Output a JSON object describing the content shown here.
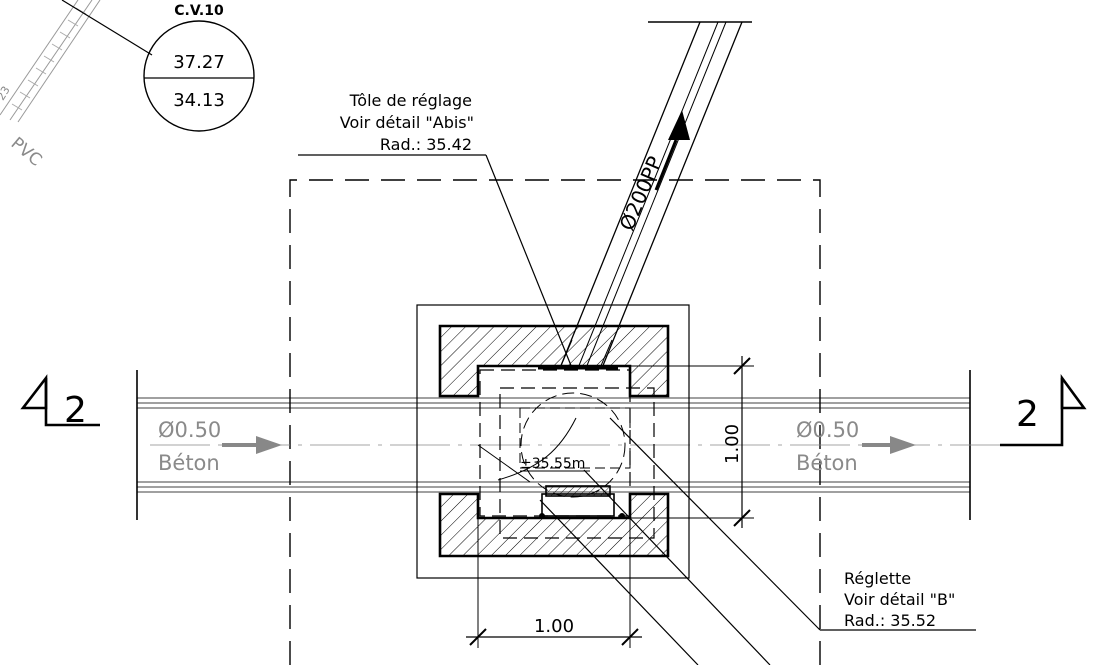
{
  "station": {
    "name": "C.V.10",
    "top_value": "37.27",
    "bottom_value": "34.13"
  },
  "side_pipe": {
    "label": "PVC",
    "ticks": "23"
  },
  "adjustment_plate": {
    "line1": "Tôle de réglage",
    "line2": "Voir détail \"Abis\"",
    "line3": "Rad.: 35.42"
  },
  "inlet_pipe": {
    "label": "Ø200PP"
  },
  "section_left": {
    "number": "2"
  },
  "section_right": {
    "number": "2"
  },
  "main_pipe_left": {
    "diameter": "Ø0.50",
    "material": "Béton"
  },
  "main_pipe_right": {
    "diameter": "Ø0.50",
    "material": "Béton"
  },
  "center_level": "±35.55m",
  "dim_vertical": "1.00",
  "dim_horizontal": "1.00",
  "reglette": {
    "line1": "Réglette",
    "line2": "Voir détail \"B\"",
    "line3": "Rad.: 35.52"
  },
  "colors": {
    "lines": "#000000",
    "pipe_text": "#8a8a8a",
    "hatch": "#000000"
  }
}
